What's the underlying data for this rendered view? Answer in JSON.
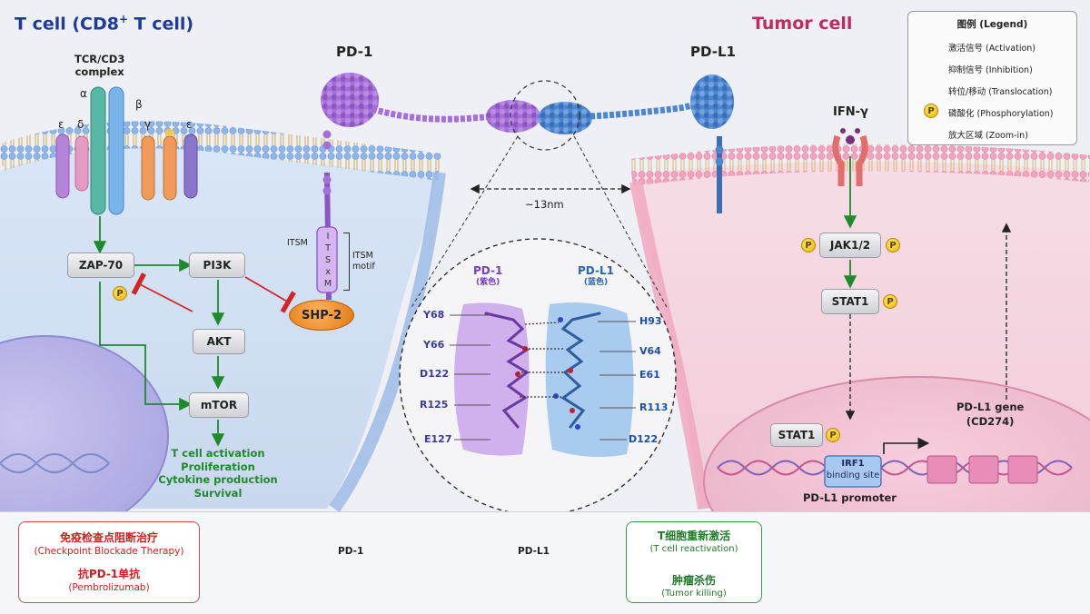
{
  "t_cell_title": "T cell (CD8",
  "t_cell_sup": "+",
  "t_cell_title_end": " T cell)",
  "tumor_title": "Tumor cell",
  "tcr_label": "TCR/CD3\ncomplex",
  "chains": {
    "alpha": "α",
    "beta": "β",
    "eps1": "ε",
    "delta": "δ",
    "gamma": "γ",
    "eps2": "ε"
  },
  "pd1_label": "PD-1",
  "pdl1_label": "PD-L1",
  "distance": "~13nm",
  "itsm": {
    "left": "ITSM",
    "letters": [
      "I",
      "T",
      "S",
      "x",
      "M"
    ],
    "motif_1": "ITSM",
    "motif_2": "motif"
  },
  "shp2": "SHP-2",
  "tcell_nodes": {
    "zap70": "ZAP-70",
    "pi3k": "PI3K",
    "akt": "AKT",
    "mtor": "mTOR"
  },
  "outcomes": [
    "T cell activation",
    "Proliferation",
    "Cytokine production",
    "Survival"
  ],
  "p": "P",
  "zoom": {
    "pd1_title": "PD-1",
    "pd1_sub": "(紫色)",
    "pdl1_title": "PD-L1",
    "pdl1_sub": "(蓝色)",
    "left_res": [
      "Y68",
      "Y66",
      "D122",
      "R125",
      "E127"
    ],
    "right_res": [
      "H93",
      "V64",
      "E61",
      "R113",
      "D122"
    ]
  },
  "ifn": "IFN-γ",
  "tumor_nodes": {
    "jak": "JAK1/2",
    "stat1": "STAT1",
    "stat1_nuc": "STAT1",
    "irf1_1": "IRF1",
    "irf1_2": "binding site"
  },
  "pdl1_gene_1": "PD-L1 gene",
  "pdl1_gene_2": "(CD274)",
  "promoter": "PD-L1 promoter",
  "legend": {
    "title": "图例 (Legend)",
    "items": [
      "激活信号 (Activation)",
      "抑制信号 (Inhibition)",
      "转位/移动 (Translocation)",
      "磷酸化 (Phosphorylation)",
      "放大区域 (Zoom-in)"
    ]
  },
  "therapy": {
    "title_cn": "免疫检查点阻断治疗",
    "title_en": "(Checkpoint Blockade Therapy)",
    "drug_cn": "抗PD-1单抗",
    "drug_en": "(Pembrolizumab)",
    "pd1": "PD-1",
    "pdl1": "PD-L1",
    "react_cn": "T细胞重新激活",
    "react_en": "(T cell reactivation)",
    "kill_cn": "肿瘤杀伤",
    "kill_en": "(Tumor killing)"
  },
  "colors": {
    "activation": "#1e8a2a",
    "inhibition": "#d42424",
    "tcell_title": "#1d3a9e",
    "tumor_title": "#c52a5c",
    "pd1": "#9b5fd0",
    "pdl1": "#4a86cf"
  }
}
